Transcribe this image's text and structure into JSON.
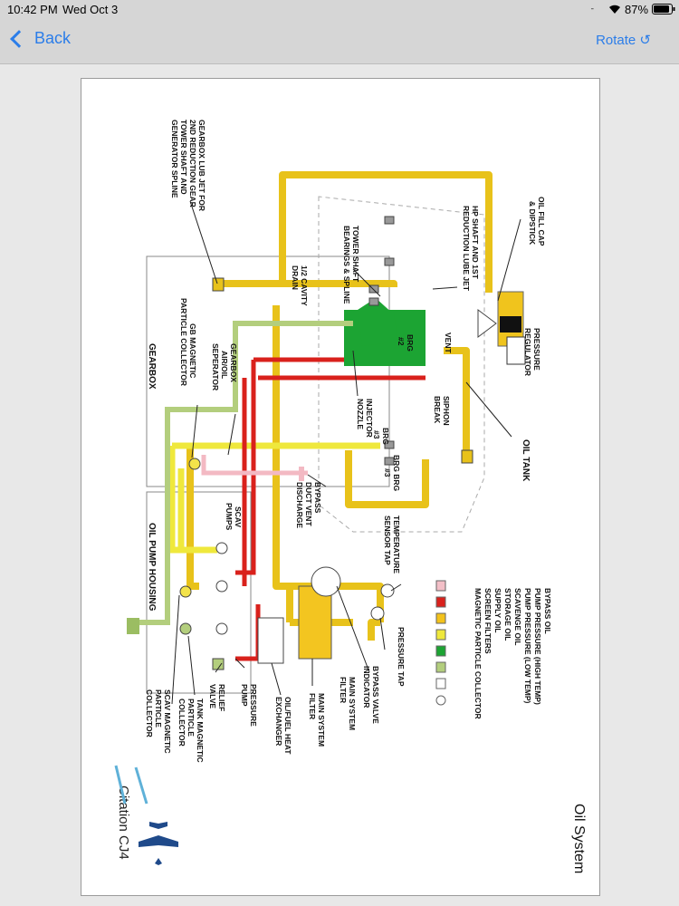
{
  "status": {
    "time": "10:42 PM",
    "date": "Wed Oct 3",
    "battery": "87%",
    "icons": [
      "wifi-icon",
      "location-icon",
      "battery-icon"
    ]
  },
  "nav": {
    "back_label": "Back",
    "rotate_label": "Rotate ↺"
  },
  "colors": {
    "pressure_high": "#e0231e",
    "pressure_low": "#f4c21b",
    "scavenge": "#eeea38",
    "storage": "#19a531",
    "supply": "#b8d184",
    "bypass": "#f5c0c8",
    "accent": "#2b7de9"
  },
  "diagram": {
    "title": "Oil System",
    "brand": "Citation CJ4",
    "legend": [
      "BYPASS OIL",
      "PUMP PRESSURE (HIGH TEMP)",
      "PUMP PRESSURE (LOW TEMP)",
      "SCAVENGE OIL",
      "STORAGE OIL",
      "SUPPLY OIL",
      "SCREEN FILTERS",
      "MAGNETIC PARTICLE COLLECTOR"
    ],
    "labels": {
      "gb_lub_jet": [
        "GEARBOX LUB JET FOR",
        "2ND REDUCTION GEAR",
        "TOWER SHAFT AND",
        "GENERATOR SPLINE"
      ],
      "oil_fill": [
        "OIL FILL CAP",
        "& DIPSTICK"
      ],
      "hp_shaft": [
        "HP SHAFT AND 1ST",
        "REDUCTION LUBE JET"
      ],
      "pressure_reg": [
        "PRESSURE",
        "REGULATOR"
      ],
      "tower_shaft": [
        "TOWER SHAFT",
        "BEARINGS & SPLINE"
      ],
      "cavity": [
        "1/2 CAVITY",
        "DRAIN"
      ],
      "vent": [
        "VENT"
      ],
      "brg2": [
        "BRG",
        "#2"
      ],
      "gearbox": [
        "GEARBOX"
      ],
      "gb_sep": [
        "GEARBOX",
        "AIR/OIL",
        "SEPERATOR"
      ],
      "gb_mag": [
        "GB MAGNETIC",
        "PARTICLE COLLECTOR"
      ],
      "siphon": [
        "SIPHON",
        "BREAK"
      ],
      "injector": [
        "INJECTOR",
        "NOZZLE"
      ],
      "oil_tank": [
        "OIL TANK"
      ],
      "brg3a": [
        "BRG",
        "#3"
      ],
      "brg3b": [
        "BRG BRG",
        "#3"
      ],
      "bypass_vent": [
        "BYPASS",
        "DUCT VENT",
        "DISCHARGE"
      ],
      "temp_sensor": [
        "TEMPERATURE",
        "SENSOR TAP"
      ],
      "scav_pumps": [
        "SCAV",
        "PUMPS"
      ],
      "oil_pump_housing": [
        "OIL PUMP HOUSING"
      ],
      "pressure_tap": [
        "PRESSURE TAP"
      ],
      "bypass_valve": [
        "BYPASS VALVE",
        "INDICATOR"
      ],
      "main_filter": [
        "MAIN SYSTEM",
        "FILTER"
      ],
      "main_filter2": [
        "MAIN SYSTEM",
        "FILTER"
      ],
      "heat_exch": [
        "OIL/FUEL HEAT",
        "EXCHANGER"
      ],
      "pressure_pump": [
        "PRESSURE",
        "PUMP"
      ],
      "relief": [
        "RELIEF",
        "VALVE"
      ],
      "tank_mag": [
        "TANK MAGNETIC",
        "PARTICLE",
        "COLLECTOR"
      ],
      "scav_mag": [
        "SCAV MAGNETIC",
        "PARTICLE",
        "COLLECTOR"
      ]
    }
  }
}
